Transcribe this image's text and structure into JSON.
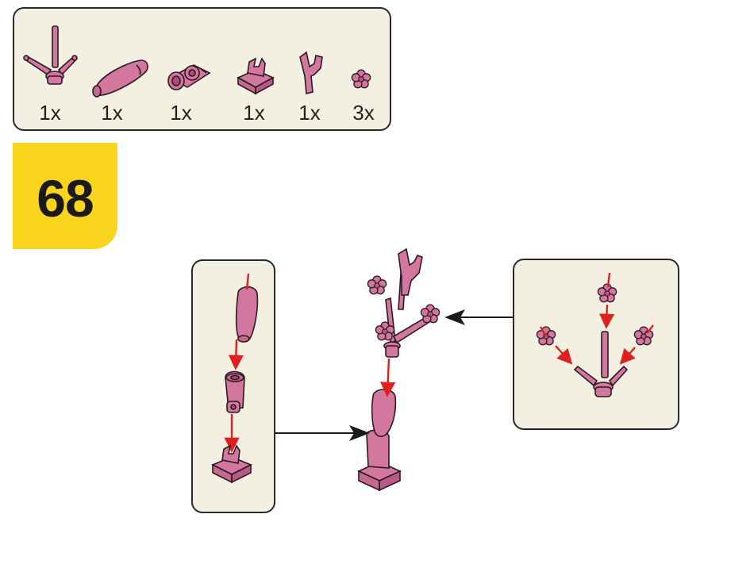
{
  "parts_list": {
    "items": [
      {
        "icon": "y-branch-stem-icon",
        "quantity": "1x"
      },
      {
        "icon": "carrot-piece-icon",
        "quantity": "1x"
      },
      {
        "icon": "clip-connector-icon",
        "quantity": "1x"
      },
      {
        "icon": "clip-plate-icon",
        "quantity": "1x"
      },
      {
        "icon": "bar-holder-icon",
        "quantity": "1x"
      },
      {
        "icon": "flower-icon",
        "quantity": "3x"
      }
    ]
  },
  "step": {
    "number": "68"
  },
  "colors": {
    "part_pink": "#d4779f",
    "part_outline": "#2a1a22",
    "arrow_red": "#e01f1f",
    "badge_yellow": "#f8d41c",
    "panel_bg": "#f3f0e1"
  }
}
